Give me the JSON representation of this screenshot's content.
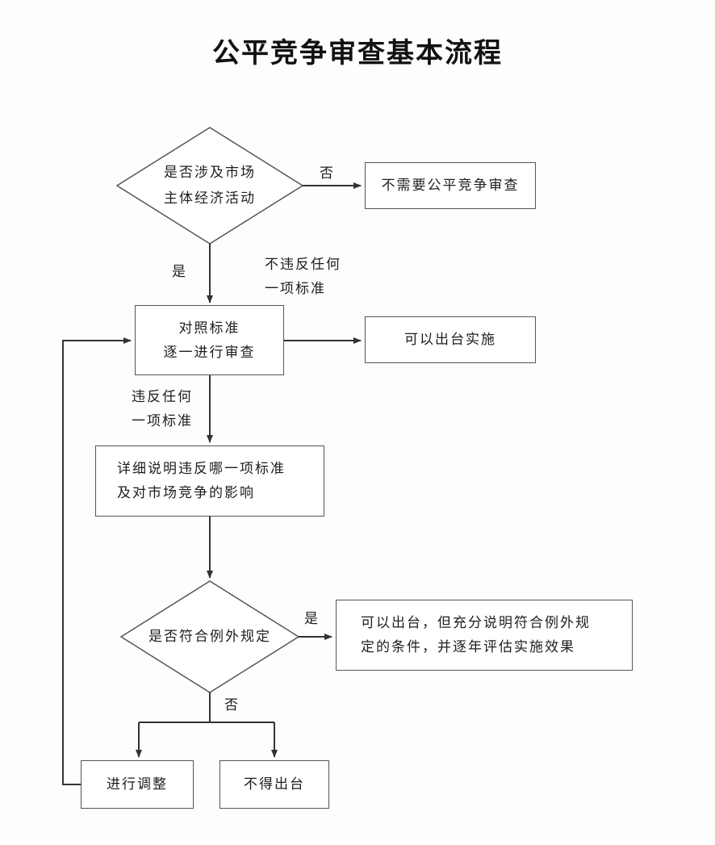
{
  "title": "公平竞争审查基本流程",
  "nodes": {
    "decision_market": "是否涉及市场\n主体经济活动",
    "no_review": "不需要公平竞争审查",
    "compare_standards": "对照标准\n逐一进行审查",
    "can_implement": "可以出台实施",
    "explain_violation": "详细说明违反哪一项标准\n及对市场竞争的影响",
    "decision_exception": "是否符合例外规定",
    "exception_ok": "可以出台，但充分说明符合例外规\n定的条件，并逐年评估实施效果",
    "adjust": "进行调整",
    "not_allowed": "不得出台"
  },
  "edge_labels": {
    "no_1": "否",
    "yes_1": "是",
    "no_violation": "不违反任何\n一项标准",
    "violation": "违反任何\n一项标准",
    "yes_2": "是",
    "no_2": "否"
  },
  "colors": {
    "line": "#333333",
    "border": "#555555"
  }
}
